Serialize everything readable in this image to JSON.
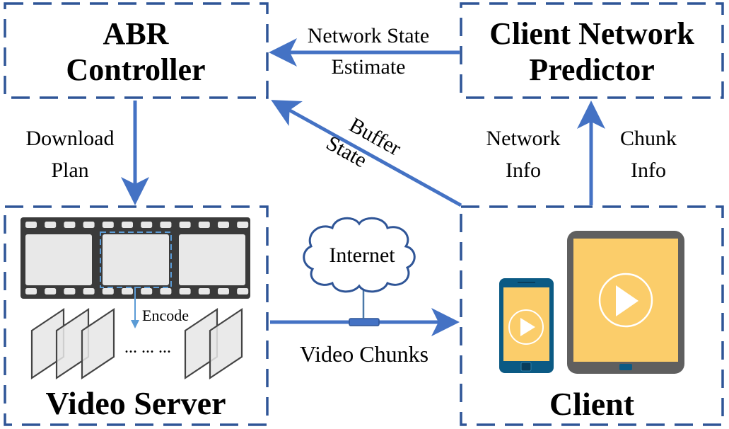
{
  "colors": {
    "box_border": "#2f5597",
    "arrow": "#4472c4",
    "film": "#3a3a3a",
    "frame": "#e8e8e8",
    "screen": "#fbcd6a",
    "phone_body": "#0b5a84",
    "tablet_body": "#5f5f5f",
    "select_dash": "#5b9bd5"
  },
  "boxes": {
    "abr_controller": {
      "line1": "ABR",
      "line2": "Controller"
    },
    "client_network_predictor": {
      "line1": "Client Network",
      "line2": "Predictor"
    },
    "video_server": {
      "title": "Video Server",
      "encode_label": "Encode",
      "ellipsis": "... ... ..."
    },
    "client": {
      "title": "Client"
    }
  },
  "arrows": {
    "network_state_estimate": {
      "line1": "Network State",
      "line2": "Estimate"
    },
    "buffer_state": {
      "line1": "Buffer",
      "line2": "State"
    },
    "download_plan": {
      "line1": "Download",
      "line2": "Plan"
    },
    "network_info": {
      "line1": "Network",
      "line2": "Info"
    },
    "chunk_info": {
      "line1": "Chunk",
      "line2": "Info"
    },
    "video_chunks": {
      "label": "Video Chunks"
    }
  },
  "cloud": {
    "label": "Internet"
  },
  "icons": [
    "film-strip-icon",
    "video-frames-icon",
    "cloud-icon",
    "smartphone-icon",
    "tablet-icon",
    "play-icon"
  ]
}
